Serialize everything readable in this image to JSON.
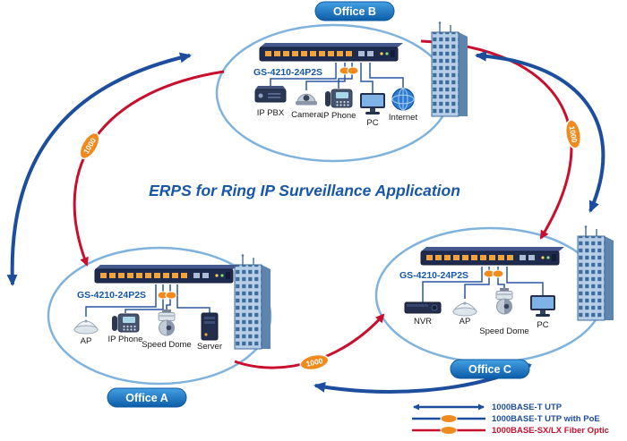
{
  "title": "ERPS for Ring IP Surveillance Application",
  "offices": {
    "b": {
      "label": "Office B",
      "switch_model": "GS-4210-24P2S",
      "devices": [
        "IP PBX",
        "Camera",
        "IP Phone",
        "PC",
        "Internet"
      ]
    },
    "a": {
      "label": "Office A",
      "switch_model": "GS-4210-24P2S",
      "devices": [
        "AP",
        "IP Phone",
        "Speed Dome",
        "Server"
      ]
    },
    "c": {
      "label": "Office C",
      "switch_model": "GS-4210-24P2S",
      "devices": [
        "NVR",
        "AP",
        "Speed Dome",
        "PC"
      ]
    }
  },
  "ring": {
    "link_speed": "1000"
  },
  "legend": {
    "items": [
      {
        "label": "1000BASE-T UTP",
        "color": "#1d4e9e"
      },
      {
        "label": "1000BASE-T UTP with PoE",
        "color": "#1d4e9e"
      },
      {
        "label": "1000BASE-SX/LX Fiber Optic",
        "color": "#c8102e"
      }
    ]
  },
  "colors": {
    "fiber_link": "#c8102e",
    "utp_link": "#1d4e9e",
    "poe_badge": "#f08a1d",
    "office_badge": "#1779c8",
    "title": "#1857a8"
  }
}
